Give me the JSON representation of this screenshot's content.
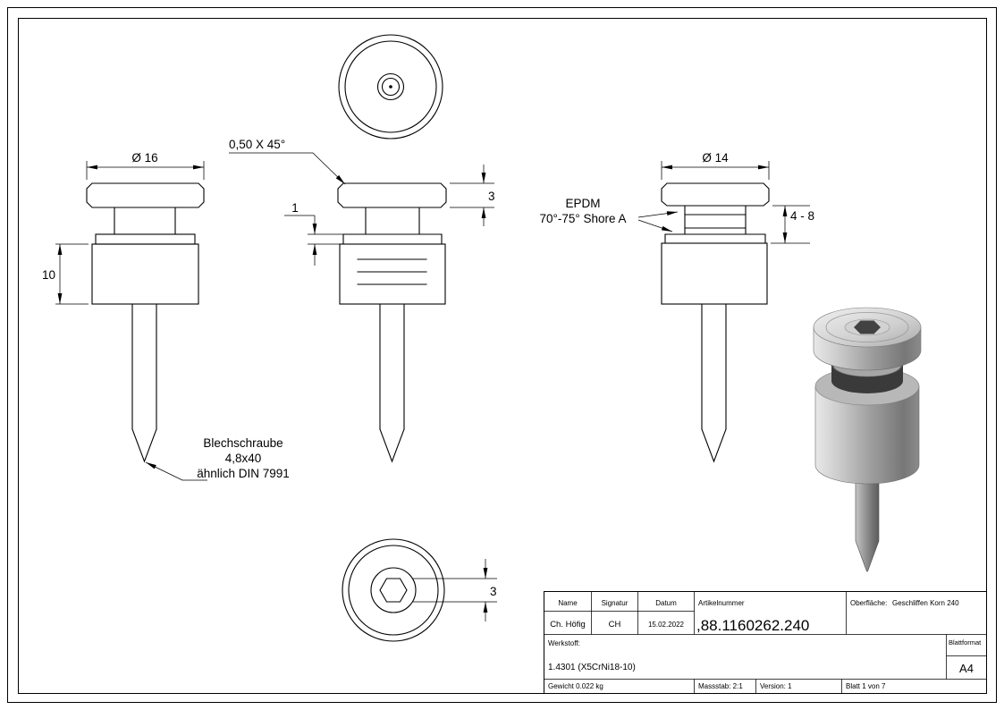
{
  "views": {
    "front_left": {
      "dim_diameter": "Ø 16",
      "dim_height": "10",
      "note_line1": "Blechschraube",
      "note_line2": "4,8x40",
      "note_line3": "ähnlich DIN 7991"
    },
    "front_middle": {
      "note_chamfer": "0,50 X 45°",
      "dim_cap": "3",
      "dim_washer": "1"
    },
    "front_right": {
      "dim_diameter": "Ø 14",
      "note_epdm1": "EPDM",
      "note_epdm2": "70°-75° Shore A",
      "dim_range": "4 - 8"
    },
    "bottom_view": {
      "dim_hex": "3"
    }
  },
  "titleblock": {
    "col_name": "Name",
    "col_signatur": "Signatur",
    "col_datum": "Datum",
    "col_artikelnummer": "Artikelnummer",
    "oberflaeche_label": "Oberfläche:",
    "oberflaeche_value": "Geschliffen Korn 240",
    "val_name": "Ch. Höfig",
    "val_signatur": "CH",
    "val_datum": "15.02.2022",
    "val_artikelnummer": ",88.1160262.240",
    "werkstoff_label": "Werkstoff:",
    "werkstoff_value": "1.4301 (X5CrNi18-10)",
    "blattformat_label": "Blattformat",
    "blattformat_value": "A4",
    "gewicht": "Gewicht 0.022 kg",
    "massstab": "Massstab: 2:1",
    "version": "Version: 1",
    "blatt": "Blatt 1 von 7"
  }
}
